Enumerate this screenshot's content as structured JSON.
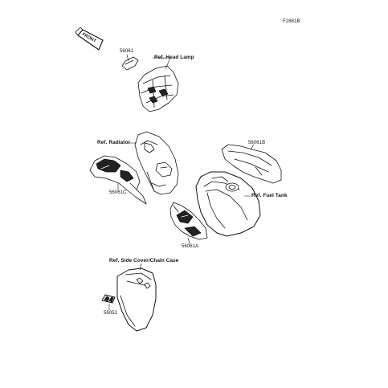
{
  "diagram": {
    "figure_code": "F2861B",
    "front_marker": "FRONT",
    "labels": {
      "p56061": "56061",
      "head_lamp": "Ref. Head Lamp",
      "radiator": "Ref. Radiator",
      "p56061B": "56061B",
      "p56061C": "56061C",
      "fuel_tank": "Ref. Fuel Tank",
      "p56061A": "56061A",
      "side_cover": "Ref. Side Cover/Chain Case",
      "p56051": "56051"
    }
  }
}
